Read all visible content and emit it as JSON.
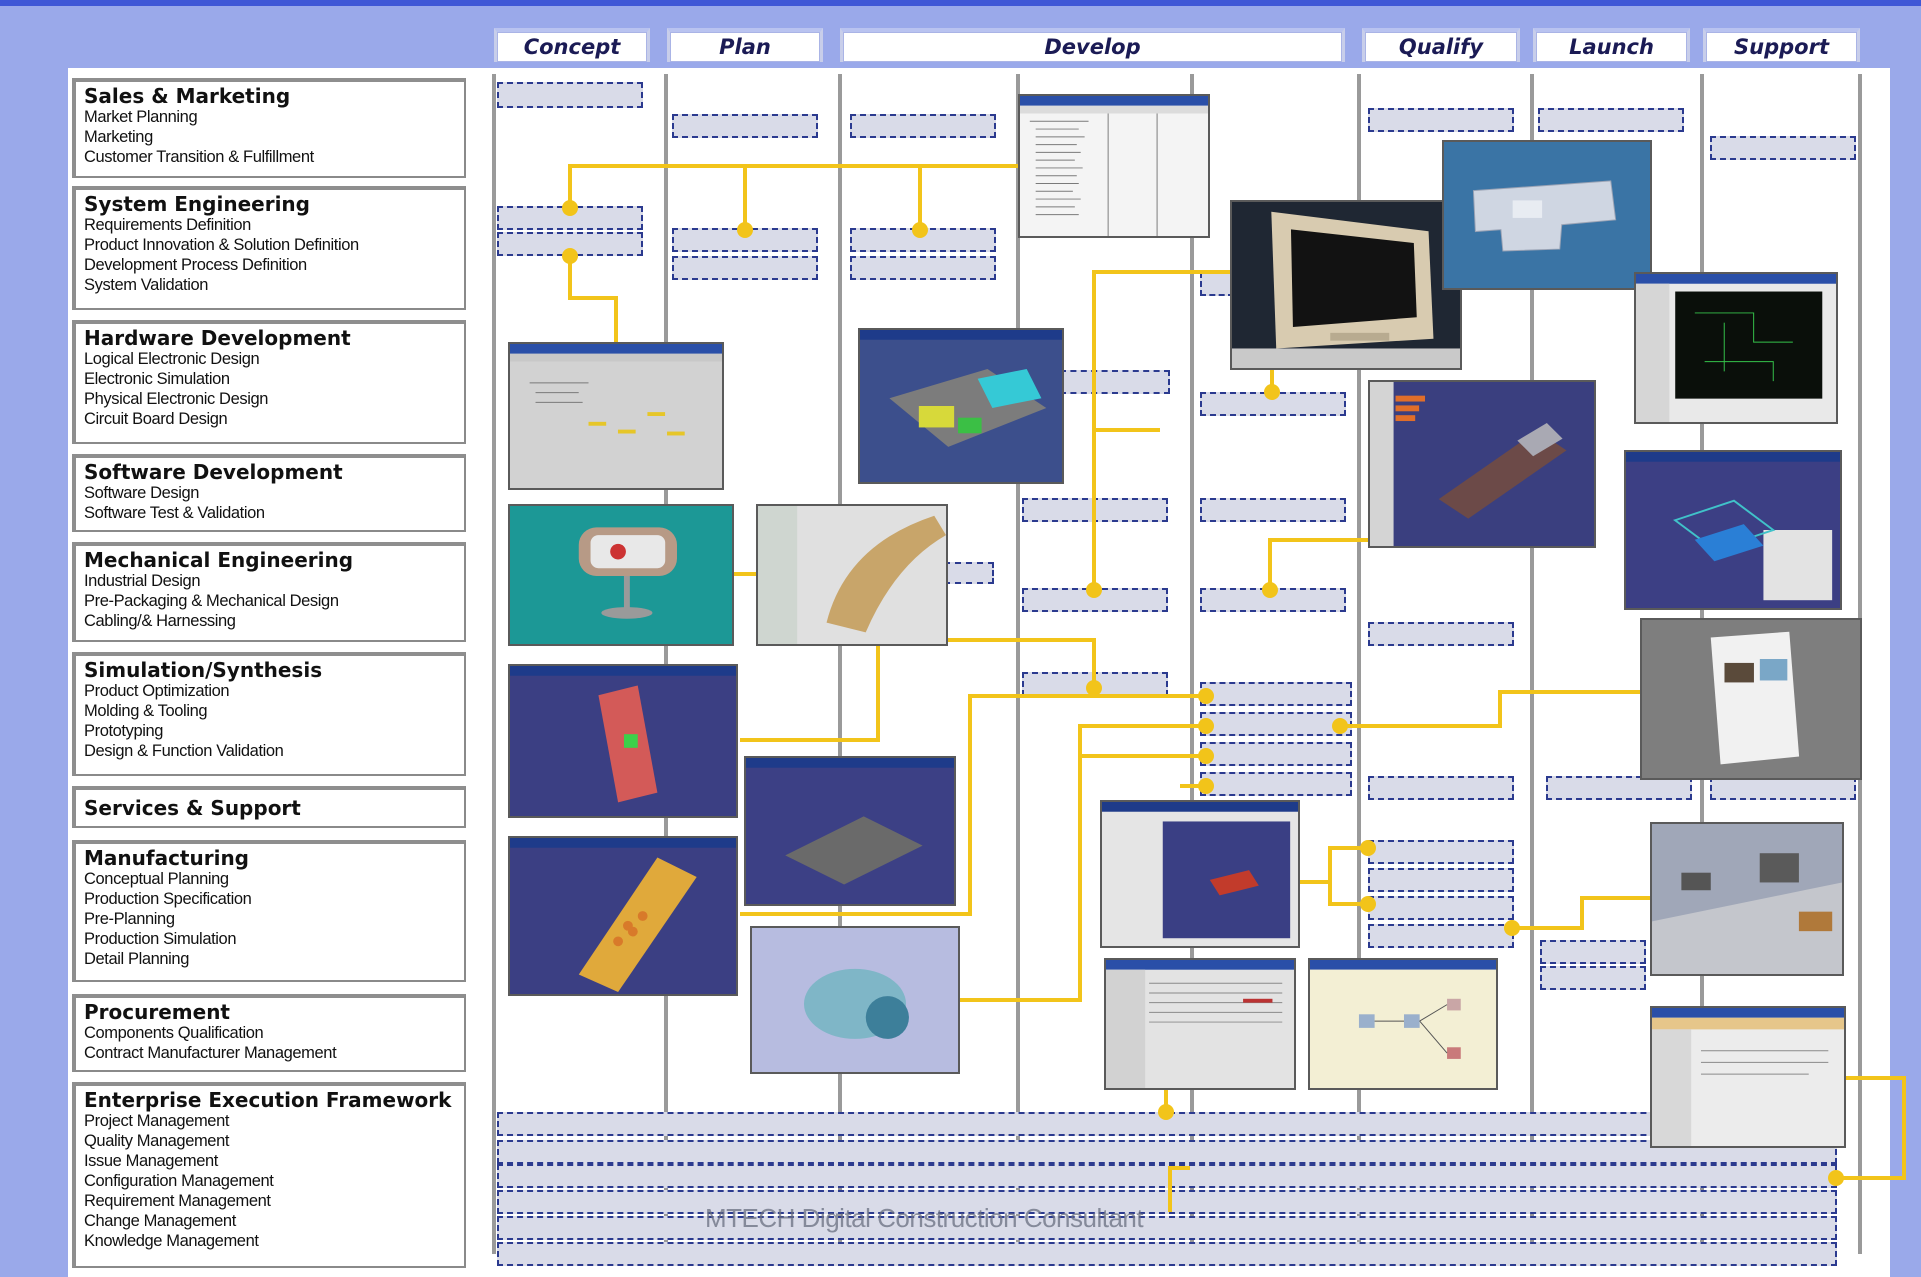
{
  "phases": [
    {
      "label": "Concept"
    },
    {
      "label": "Plan"
    },
    {
      "label": "Develop"
    },
    {
      "label": "Qualify"
    },
    {
      "label": "Launch"
    },
    {
      "label": "Support"
    }
  ],
  "departments": [
    {
      "title": "Sales & Marketing",
      "items": [
        "Market Planning",
        "Marketing",
        "Customer Transition & Fulfillment"
      ]
    },
    {
      "title": "System Engineering",
      "items": [
        "Requirements Definition",
        "Product Innovation & Solution Definition",
        "Development Process Definition",
        "System Validation"
      ]
    },
    {
      "title": "Hardware Development",
      "items": [
        "Logical Electronic Design",
        "Electronic Simulation",
        "Physical Electronic Design",
        "Circuit Board Design"
      ]
    },
    {
      "title": "Software Development",
      "items": [
        "Software Design",
        "Software Test & Validation"
      ]
    },
    {
      "title": "Mechanical Engineering",
      "items": [
        "Industrial Design",
        "Pre-Packaging & Mechanical Design",
        "Cabling/& Harnessing"
      ]
    },
    {
      "title": "Simulation/Synthesis",
      "items": [
        "Product Optimization",
        "Molding & Tooling",
        "Prototyping",
        "Design & Function Validation"
      ]
    },
    {
      "title": "Services & Support",
      "items": []
    },
    {
      "title": "Manufacturing",
      "items": [
        "Conceptual Planning",
        "Production Specification",
        "Pre-Planning",
        "Production Simulation",
        "Detail Planning"
      ]
    },
    {
      "title": "Procurement",
      "items": [
        "Components Qualification",
        "Contract Manufacturer Management"
      ]
    },
    {
      "title": "Enterprise Execution Framework",
      "items": [
        "Project Management",
        "Quality Management",
        "Issue Management",
        "Configuration Management",
        "Requirement Management",
        "Change Management",
        "Knowledge Management"
      ]
    }
  ],
  "watermark": "MTECH Digital Construction Consultant",
  "colors": {
    "connector": "#f2c41a",
    "dashed_border": "#2b3a8f",
    "dashed_fill": "#d9dbe8",
    "background": "#9aa9ea",
    "accent": "#3f57d6"
  }
}
